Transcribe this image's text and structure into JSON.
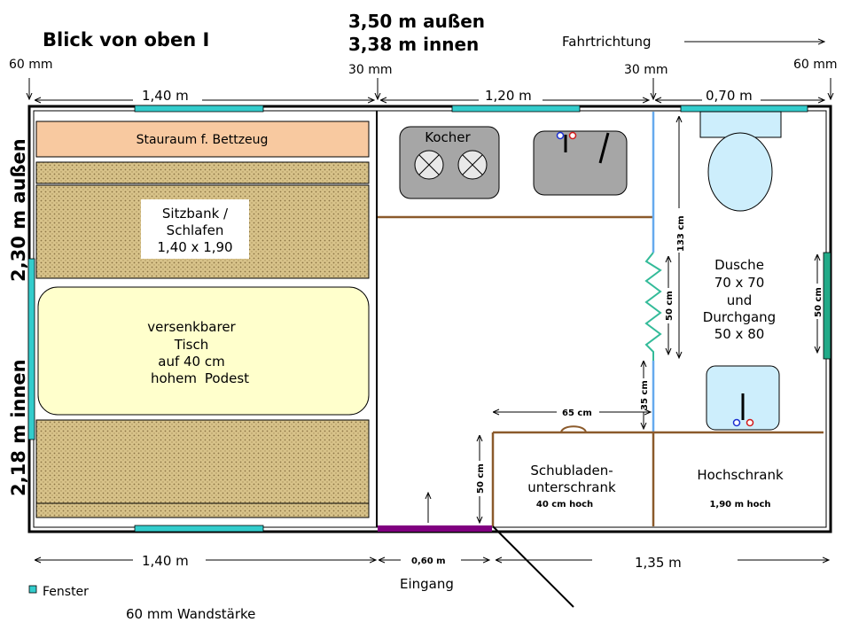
{
  "title": "Blick von oben I",
  "outer_width": "3,50 m außen",
  "inner_width": "3,38 m innen",
  "direction_label": "Fahrtrichtung",
  "wall_60mm_left": "60 mm",
  "wall_60mm_right": "60 mm",
  "wall_30mm_a": "30 mm",
  "wall_30mm_b": "30 mm",
  "dim_top_1": "1,40 m",
  "dim_top_2": "1,20 m",
  "dim_top_3": "0,70 m",
  "dim_bottom_1": "1,40 m",
  "dim_bottom_2": "0,60 m",
  "dim_bottom_3": "1,35 m",
  "entrance": "Eingang",
  "left_outer": "2,30 m außen",
  "left_inner": "2,18 m innen",
  "storage": "Stauraum f. Bettzeug",
  "seat": [
    "Sitzbank /",
    "Schlafen",
    "1,40 x 1,90"
  ],
  "table": [
    "versenkbarer",
    "Tisch",
    "auf 40 cm",
    "hohem"
  ],
  "table_bold": "Podest",
  "stove": "Kocher",
  "shower": [
    "Dusche",
    "70 x 70",
    "und",
    "Durchgang",
    "50 x 80"
  ],
  "dim_133": "133 cm",
  "dim_50_curtain": "50 cm",
  "dim_50_right": "50 cm",
  "dim_35": "35 cm",
  "dim_65": "65 cm",
  "dim_50_cab": "50 cm",
  "drawer_cabinet": [
    "Schubladen-",
    "unterschrank"
  ],
  "drawer_height": "40 cm hoch",
  "tall_cabinet": "Hochschrank",
  "tall_height": "1,90 m hoch",
  "legend_window": "Fenster",
  "wall_thickness": "60 mm Wandstärke",
  "colors": {
    "window": "#33cccc",
    "storage": "#f8c9a0",
    "hatch": "#d6c48c",
    "table": "#ffffcc",
    "appliance": "#a6a6a6",
    "wood": "#8b5a2b",
    "blue_wall": "#66aaee",
    "curtain": "#33bb99",
    "basin": "#cdeefc",
    "door": "#800080"
  }
}
